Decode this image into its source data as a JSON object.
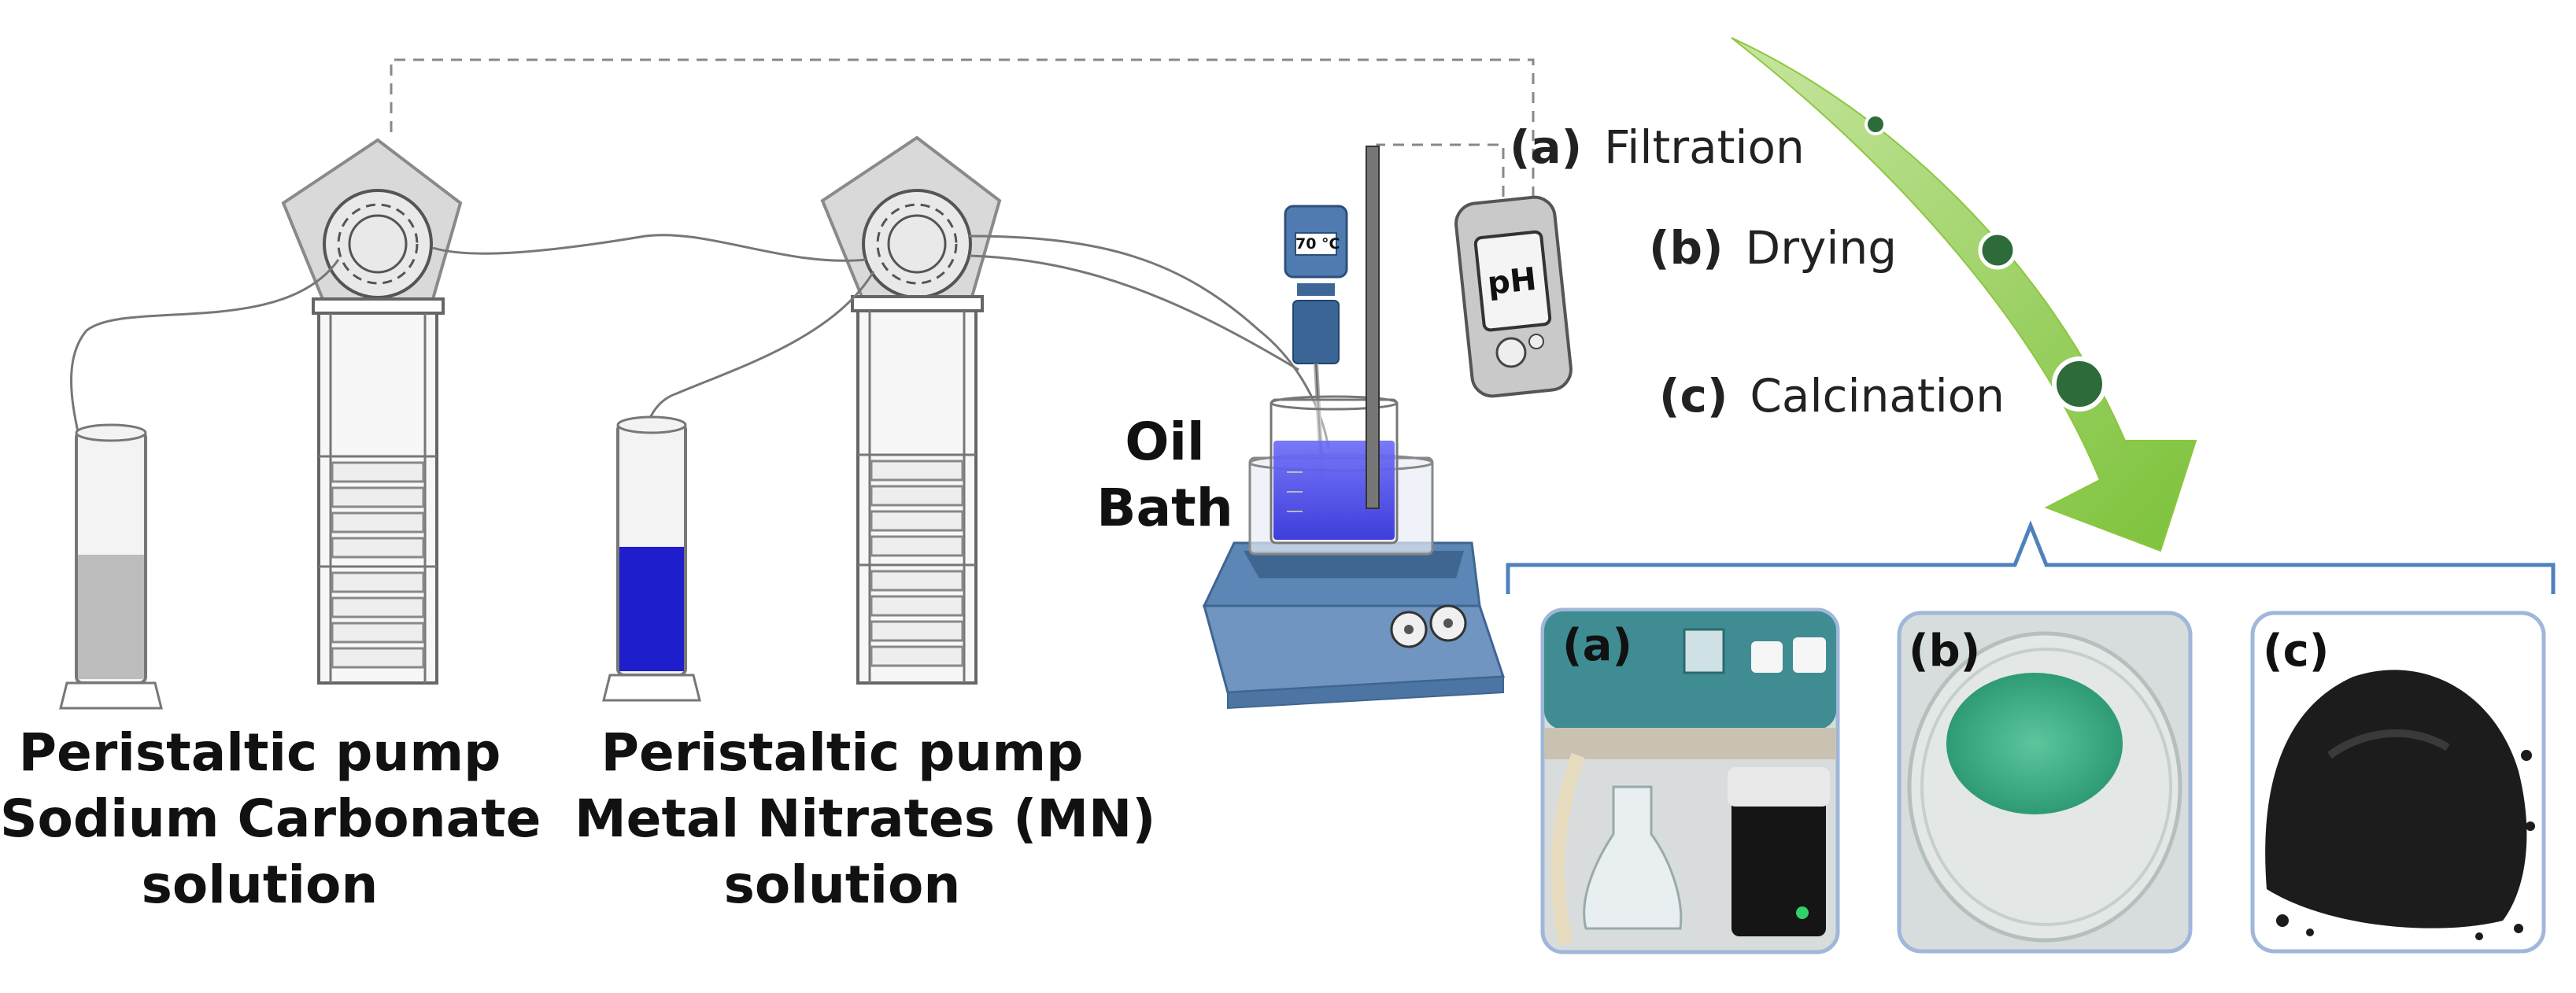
{
  "pumps": [
    {
      "title": "Peristaltic pump",
      "line2": "Sodium Carbonate",
      "line3": "solution"
    },
    {
      "title": "Peristaltic pump",
      "line2": "Metal Nitrates (MN)",
      "line3": "solution"
    }
  ],
  "oil_bath": {
    "line1": "Oil",
    "line2": "Bath"
  },
  "thermometer": {
    "reading": "70 °C"
  },
  "ph_meter": {
    "display": "pH"
  },
  "steps": [
    {
      "tag": "(a)",
      "label": "Filtration"
    },
    {
      "tag": "(b)",
      "label": "Drying"
    },
    {
      "tag": "(c)",
      "label": "Calcination"
    }
  ],
  "photos": [
    {
      "tag": "(a)",
      "icon": "filtration-photo"
    },
    {
      "tag": "(b)",
      "icon": "drying-photo"
    },
    {
      "tag": "(c)",
      "icon": "calcination-photo"
    }
  ],
  "colors": {
    "arrow": "#8dc63f",
    "arrow_dot": "#2e6b3a",
    "nitrate_solution": "#1e1ecc",
    "bath_liquid": "#4a4af0",
    "hotplate": "#5b86b5",
    "bracket": "#4f81bd",
    "pump": "#d9d9d9",
    "green_powder": "#3fae86",
    "black_powder": "#1c1c1c"
  }
}
